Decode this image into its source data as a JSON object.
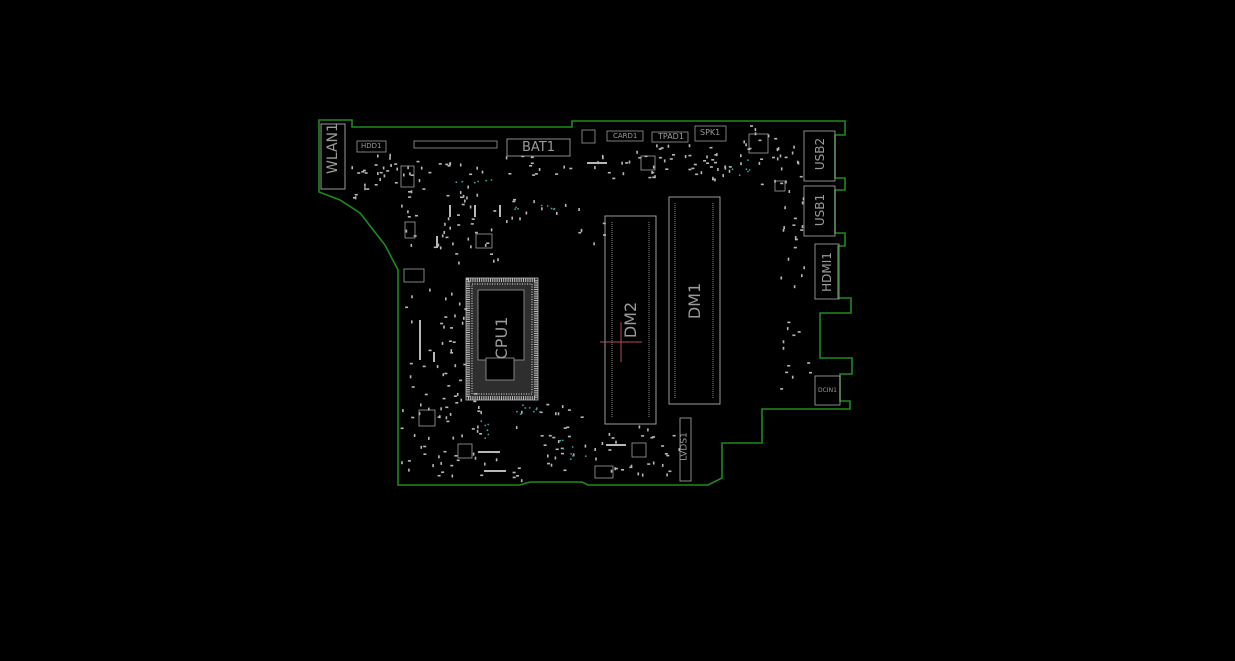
{
  "colors": {
    "background": "#000000",
    "outline": "#1e8a1e",
    "silkscreen": "#9a9a9a",
    "pad": "#b8b8b8",
    "cursor": "#b04a5a"
  },
  "components": {
    "wlan": "WLAN1",
    "hdd": "HDD1",
    "bat": "BAT1",
    "card": "CARD1",
    "tpad": "TPAD1",
    "spk": "SPK1",
    "usb2": "USB2",
    "usb1": "USB1",
    "hdmi": "HDMI1",
    "dcin": "DCIN1",
    "cpu": "CPU1",
    "dm2": "DM2",
    "dm1": "DM1",
    "lvds": "LVDS1"
  }
}
